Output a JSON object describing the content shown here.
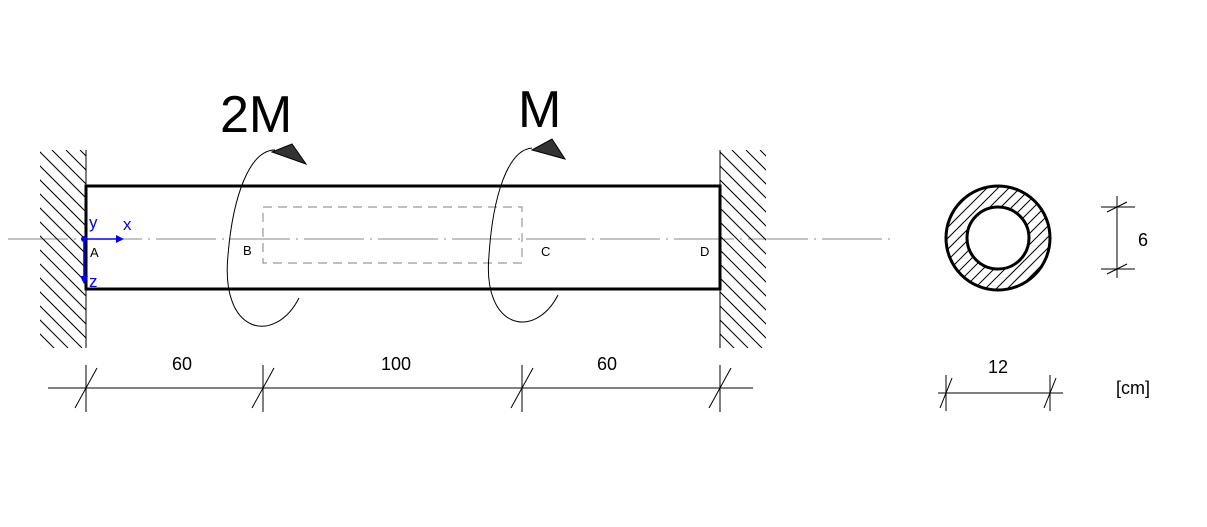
{
  "moments": {
    "left": {
      "label": "2M"
    },
    "right": {
      "label": "M"
    }
  },
  "points": {
    "a": "A",
    "b": "B",
    "c": "C",
    "d": "D"
  },
  "axes": {
    "x": "x",
    "y": "y",
    "z": "z",
    "color": "#0000ff"
  },
  "dimensions": {
    "segment_ab": "60",
    "segment_bc": "100",
    "segment_cd": "60",
    "section_diameter": "12",
    "section_height": "6"
  },
  "units": "[cm]"
}
